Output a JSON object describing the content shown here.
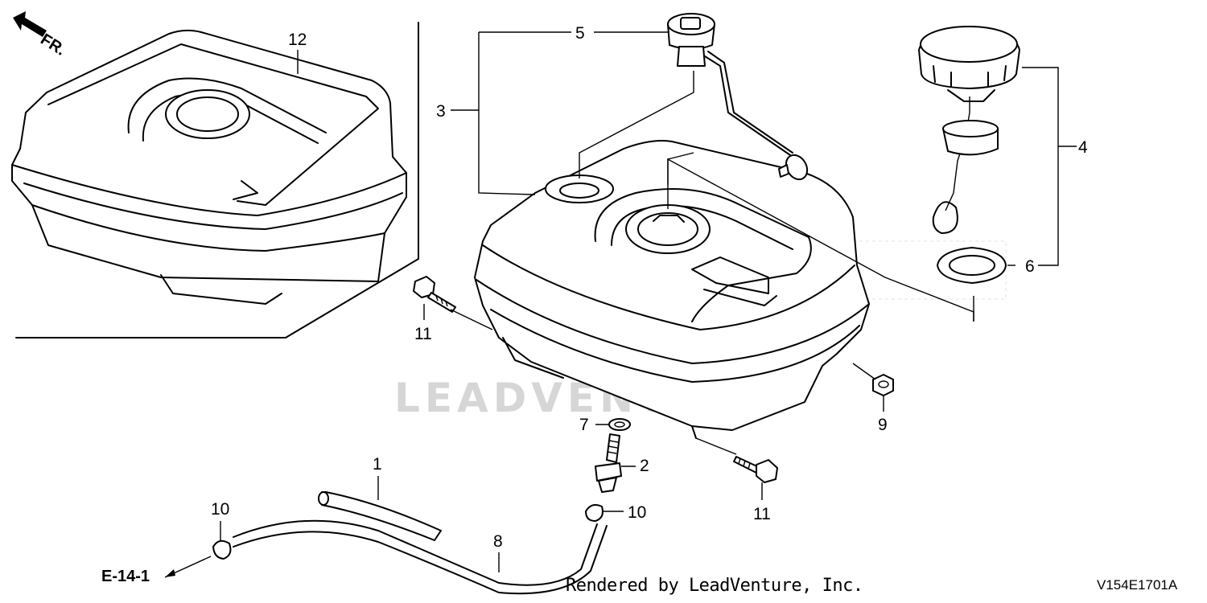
{
  "watermark": "LEADVENTURE",
  "front_label": "FR.",
  "footer": {
    "rendered_by": "Rendered by LeadVenture, Inc.",
    "figure_code": "V154E1701A",
    "reference_code": "E-14-1"
  },
  "callouts": [
    {
      "id": "12",
      "text": "12"
    },
    {
      "id": "5",
      "text": "5"
    },
    {
      "id": "3",
      "text": "3"
    },
    {
      "id": "4",
      "text": "4"
    },
    {
      "id": "6",
      "text": "6"
    },
    {
      "id": "11a",
      "text": "11"
    },
    {
      "id": "9",
      "text": "9"
    },
    {
      "id": "7",
      "text": "7"
    },
    {
      "id": "2",
      "text": "2"
    },
    {
      "id": "1",
      "text": "1"
    },
    {
      "id": "10a",
      "text": "10"
    },
    {
      "id": "10b",
      "text": "10"
    },
    {
      "id": "8",
      "text": "8"
    },
    {
      "id": "11b",
      "text": "11"
    }
  ]
}
